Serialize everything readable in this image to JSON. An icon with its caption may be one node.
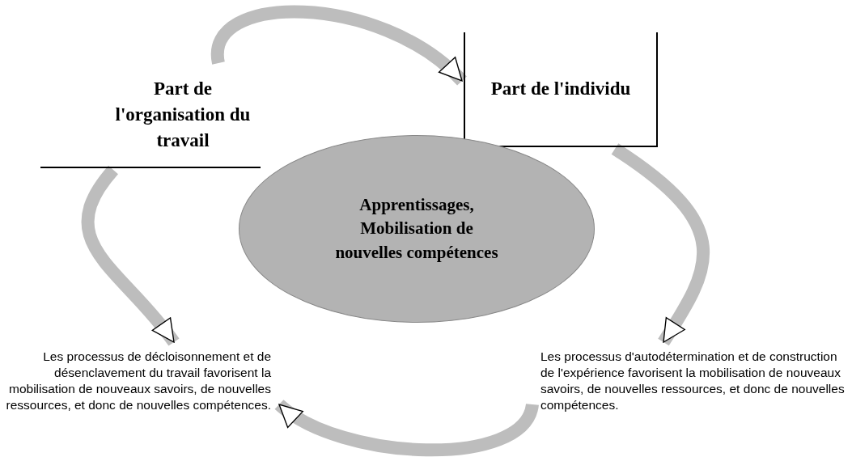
{
  "diagram": {
    "nodes": [
      {
        "text": [
          "Part de l'organisation du travail"
        ]
      },
      {
        "text": [
          "Part de l'individu"
        ]
      },
      {
        "text": [
          "Apprentissages, Mobilisation de nouvelles compétences"
        ]
      },
      {
        "text": [
          "Les processus de décloisonnement et de désenclavement du travail favorisent la mobilisation de nouveaux savoirs, de nouvelles ressources, et donc de nouvelles compétences."
        ]
      },
      {
        "text": [
          "Les processus d'autodétermination et de construction de l'expérience favorisent la mobilisation de nouveaux savoirs, de nouvelles ressources, et donc de nouvelles compétences."
        ]
      }
    ],
    "edges": [
      {
        "from": 0,
        "to": 1,
        "arrow": "to"
      },
      {
        "from": 0,
        "to": 3,
        "arrow": "to"
      },
      {
        "from": 1,
        "to": 4,
        "arrow": "to"
      },
      {
        "from": 4,
        "to": 3,
        "arrow": "to"
      }
    ]
  }
}
